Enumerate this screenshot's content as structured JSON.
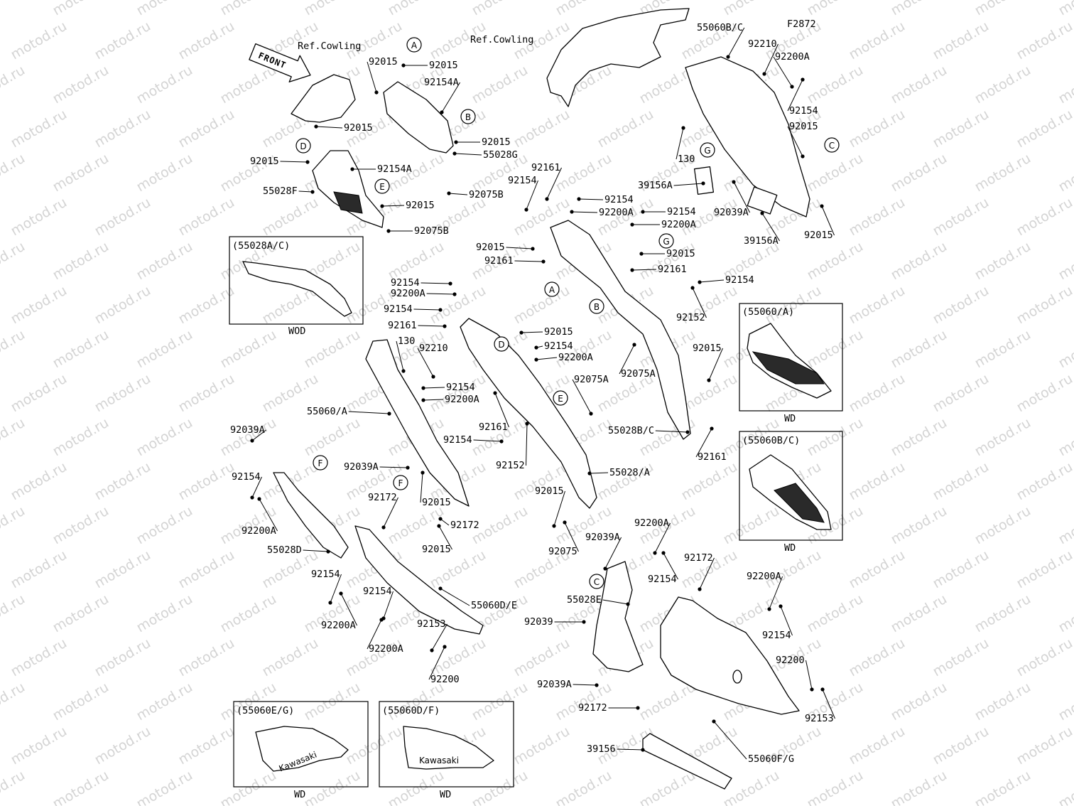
{
  "figure_code": "F2872",
  "watermark": "motod.ru",
  "front_arrow": "FRONT",
  "ref_labels": [
    "Ref.Cowling",
    "Ref.Cowling"
  ],
  "callouts": [
    "A",
    "B",
    "C",
    "D",
    "E",
    "F",
    "G"
  ],
  "part_numbers": [
    "55060B/C",
    "92210",
    "92200A",
    "92154",
    "92015",
    "130",
    "39156A",
    "92039A",
    "39156A",
    "92015",
    "92015",
    "92015",
    "92154A",
    "92015",
    "92015",
    "55028G",
    "92015",
    "92154A",
    "55028F",
    "92015",
    "92075B",
    "92075B",
    "92161",
    "92154",
    "92154",
    "92200A",
    "92154",
    "92200A",
    "92015",
    "92015",
    "92161",
    "92161",
    "92154",
    "92152",
    "92015",
    "92075A",
    "55028B/C",
    "92161",
    "92154",
    "92200A",
    "92154",
    "92161",
    "130",
    "92210",
    "92015",
    "92154",
    "92200A",
    "92154",
    "92200A",
    "55060/A",
    "92075A",
    "92161",
    "92154",
    "92152",
    "92039A",
    "92039A",
    "92154",
    "92200A",
    "55028D",
    "92015",
    "92172",
    "92172",
    "92015",
    "55028/A",
    "92015",
    "92075",
    "92154",
    "92200A",
    "92154",
    "92200A",
    "55060D/E",
    "92153",
    "92200",
    "92039A",
    "92200A",
    "92172",
    "92154",
    "92200A",
    "55028E",
    "92154",
    "92039",
    "92039A",
    "92200",
    "92172",
    "92153",
    "39156",
    "55060F/G"
  ],
  "insets": [
    {
      "title": "(55028A/C)",
      "caption": "WOD"
    },
    {
      "title": "(55060/A)",
      "caption": "WD"
    },
    {
      "title": "(55060B/C)",
      "caption": "WD"
    },
    {
      "title": "(55060E/G)",
      "caption": "WD",
      "decal": "Kawasaki"
    },
    {
      "title": "(55060D/F)",
      "caption": "WD",
      "decal": "Kawasaki"
    }
  ]
}
